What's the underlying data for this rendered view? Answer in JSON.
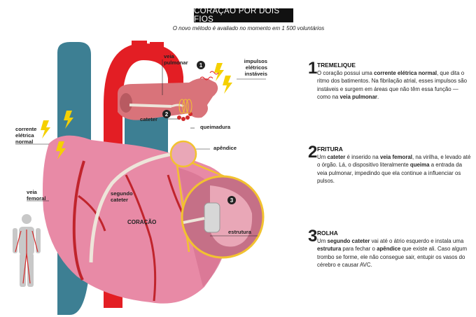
{
  "header": {
    "title": "CORAÇÃO POR DOIS FIOS",
    "subtitle": "O novo método é avaliado no momento em 1 500 voluntários"
  },
  "labels": {
    "veia_pulmonar": [
      "veia",
      "pulmonar"
    ],
    "impulsos": [
      "impulsos",
      "elétricos",
      "instáveis"
    ],
    "corrente": [
      "corrente",
      "elétrica",
      "normal"
    ],
    "cateter": "cateter",
    "queimadura": "queimadura",
    "apendice": "apêndice",
    "veia_femoral": [
      "veia",
      "femoral"
    ],
    "segundo_cateter": [
      "segundo",
      "cateter"
    ],
    "coracao": "CORAÇÃO",
    "estrutura": "estrutura",
    "marker_1": "1",
    "marker_2": "2",
    "marker_3": "3"
  },
  "steps": [
    {
      "number": "1",
      "heading": "TREMELIQUE",
      "body": [
        {
          "t": "O coração possui uma "
        },
        {
          "t": "corrente elétrica normal",
          "b": true
        },
        {
          "t": ", que dita o ritmo dos batimentos. Na fibrilação atrial, esses impulsos são instáveis e surgem em áreas que não têm essa função — como na "
        },
        {
          "t": "veia pulmonar",
          "b": true
        },
        {
          "t": "."
        }
      ]
    },
    {
      "number": "2",
      "heading": "FRITURA",
      "body": [
        {
          "t": "Um "
        },
        {
          "t": "cateter",
          "b": true
        },
        {
          "t": " é inserido na "
        },
        {
          "t": "veia femoral",
          "b": true
        },
        {
          "t": ", na virilha, e levado até o órgão. Lá, o dispositivo literalmente "
        },
        {
          "t": "queima",
          "b": true
        },
        {
          "t": " a entrada da veia pulmonar, impedindo que ela continue a influenciar os pulsos."
        }
      ]
    },
    {
      "number": "3",
      "heading": "ROLHA",
      "body": [
        {
          "t": "Um "
        },
        {
          "t": "segundo cateter",
          "b": true
        },
        {
          "t": " vai até o átrio esquerdo e instala uma "
        },
        {
          "t": "estrutura",
          "b": true
        },
        {
          "t": " para fechar o "
        },
        {
          "t": "apêndice",
          "b": true
        },
        {
          "t": " que existe ali. Caso algum trombo se forme, ele não consegue sair, entupir os vasos do cérebro e causar AVC."
        }
      ]
    }
  ],
  "colors": {
    "heart": "#e88aa6",
    "heart_dark": "#c7617f",
    "aorta": "#e31e24",
    "vein": "#3d7f93",
    "atrium": "#d9737a",
    "zoom_ring": "#f2c230",
    "lightning": "#f5d000"
  }
}
